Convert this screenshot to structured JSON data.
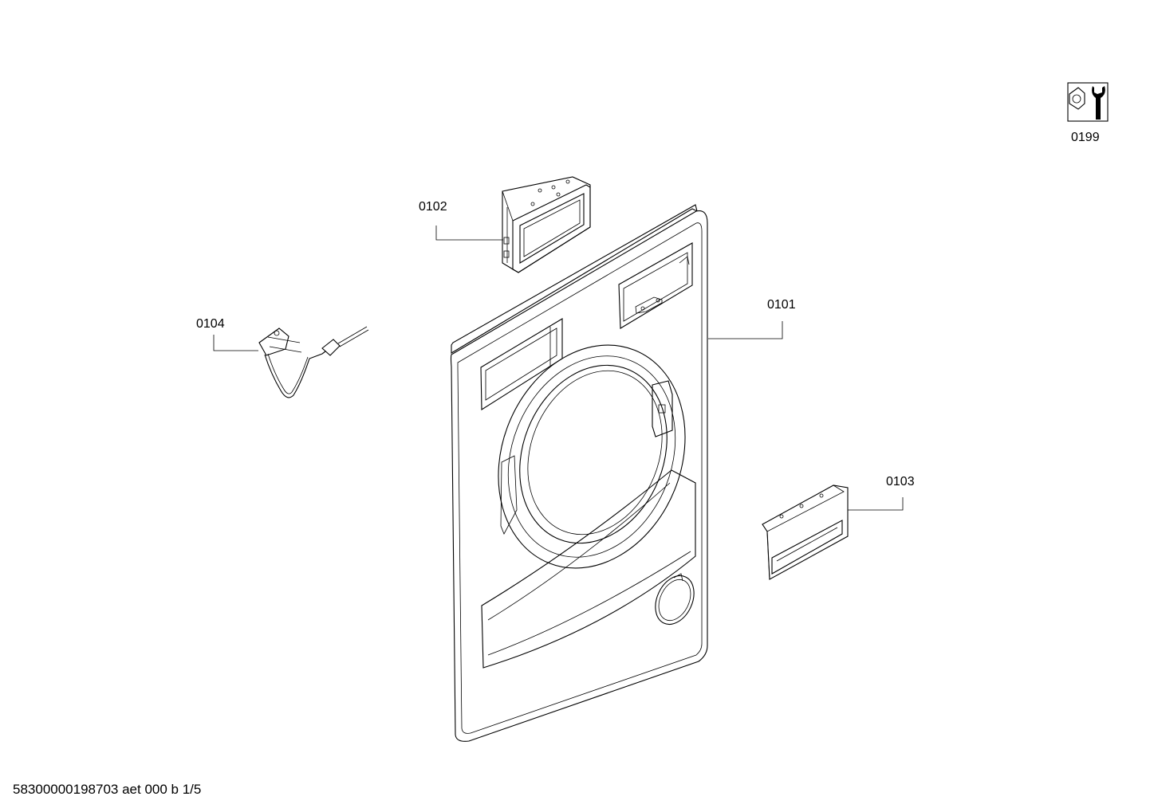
{
  "diagram": {
    "parts": [
      {
        "id": "0101",
        "label": "0101",
        "name": "front-panel"
      },
      {
        "id": "0102",
        "label": "0102",
        "name": "display-module"
      },
      {
        "id": "0103",
        "label": "0103",
        "name": "dispenser-drawer-cover"
      },
      {
        "id": "0104",
        "label": "0104",
        "name": "power-cord"
      },
      {
        "id": "0199",
        "label": "0199",
        "name": "service-tool-icon"
      }
    ]
  },
  "footer": {
    "text": "58300000198703 aet 000 b 1/5"
  }
}
